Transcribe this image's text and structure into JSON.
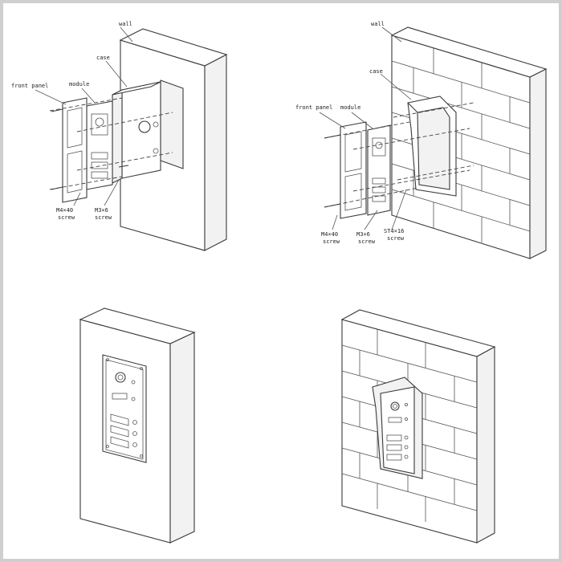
{
  "labels": {
    "tl_wall": "wall",
    "tl_case": "case",
    "tl_module": "module",
    "tl_front_panel": "front panel",
    "tl_screw_a1": "M4×40",
    "tl_screw_a2": "screw",
    "tl_screw_b1": "M3×6",
    "tl_screw_b2": "screw",
    "tr_wall": "wall",
    "tr_case": "case",
    "tr_front_panel": "front panel",
    "tr_module": "module",
    "tr_screw_a1": "M4×40",
    "tr_screw_a2": "screw",
    "tr_screw_b1": "M3×6",
    "tr_screw_b2": "screw",
    "tr_screw_c1": "ST4×16",
    "tr_screw_c2": "screw"
  }
}
